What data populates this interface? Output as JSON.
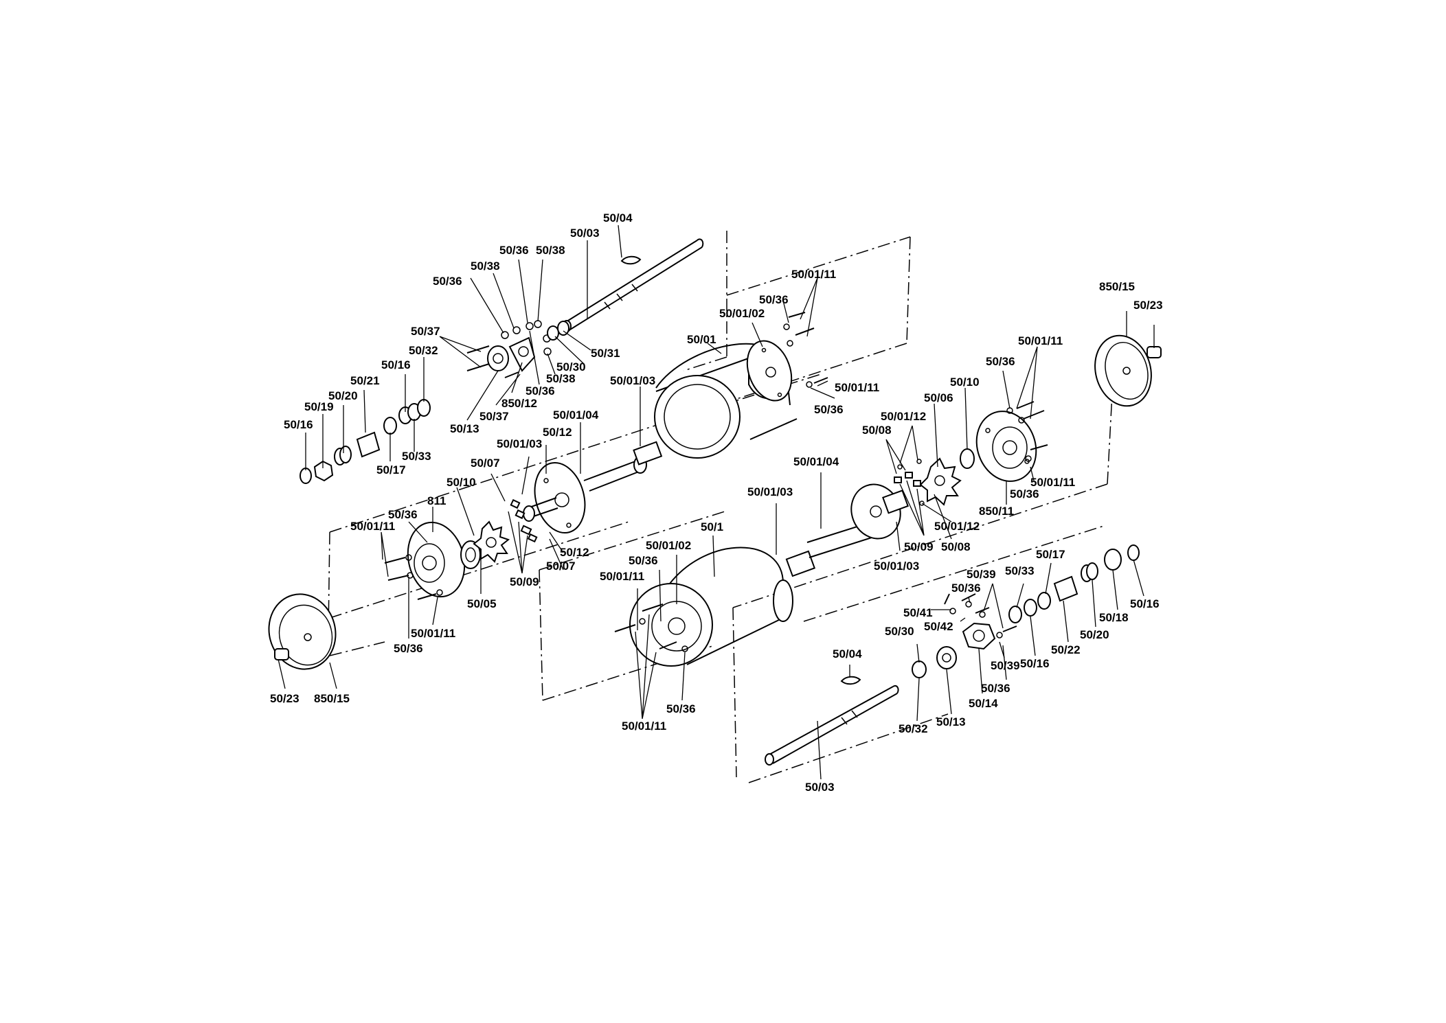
{
  "diagram": {
    "labels": {
      "l1": "50/04",
      "l2": "50/03",
      "l3": "50/36",
      "l4": "50/38",
      "l5": "50/38",
      "l6": "50/36",
      "l7": "50/37",
      "l8": "50/32",
      "l9": "50/16",
      "l10": "50/21",
      "l11": "50/20",
      "l12": "50/19",
      "l13": "50/16",
      "l14": "50/31",
      "l15": "50/30",
      "l16": "50/38",
      "l17": "50/36",
      "l18": "850/12",
      "l19": "50/37",
      "l20": "50/13",
      "l21": "50/33",
      "l22": "50/17",
      "l23": "50/01/11",
      "l24": "50/36",
      "l25": "50/01/02",
      "l26": "50/01",
      "l27": "50/01/11",
      "l28": "50/36",
      "l29": "50/01/03",
      "l30": "50/01/04",
      "l31": "50/12",
      "l32": "50/01/03",
      "l33": "50/07",
      "l34": "50/10",
      "l35": "811",
      "l36": "50/36",
      "l37": "50/01/11",
      "l38": "50/12",
      "l39": "50/07",
      "l40": "50/09",
      "l41": "50/05",
      "l42": "50/01/11",
      "l43": "50/36",
      "l44": "50/23",
      "l45": "850/15",
      "l46": "850/15",
      "l47": "50/23",
      "l48": "50/01/11",
      "l49": "50/36",
      "l50": "50/10",
      "l51": "50/06",
      "l52": "50/01/12",
      "l53": "50/08",
      "l54": "50/01/11",
      "l55": "50/36",
      "l56": "850/11",
      "l57": "50/01/12",
      "l58": "50/09",
      "l59": "50/08",
      "l60": "50/01/03",
      "l61": "50/01/04",
      "l62": "50/01/03",
      "l63": "50/1",
      "l64": "50/01/02",
      "l65": "50/36",
      "l66": "50/01/11",
      "l67": "50/36",
      "l68": "50/01/11",
      "l69": "50/17",
      "l70": "50/33",
      "l71": "50/39",
      "l72": "50/36",
      "l73": "50/41",
      "l74": "50/42",
      "l75": "50/30",
      "l76": "50/04",
      "l77": "50/14",
      "l78": "50/39",
      "l79": "50/36",
      "l80": "50/16",
      "l81": "50/22",
      "l82": "50/20",
      "l83": "50/18",
      "l84": "50/16",
      "l85": "50/13",
      "l86": "50/32",
      "l87": "50/03"
    }
  }
}
